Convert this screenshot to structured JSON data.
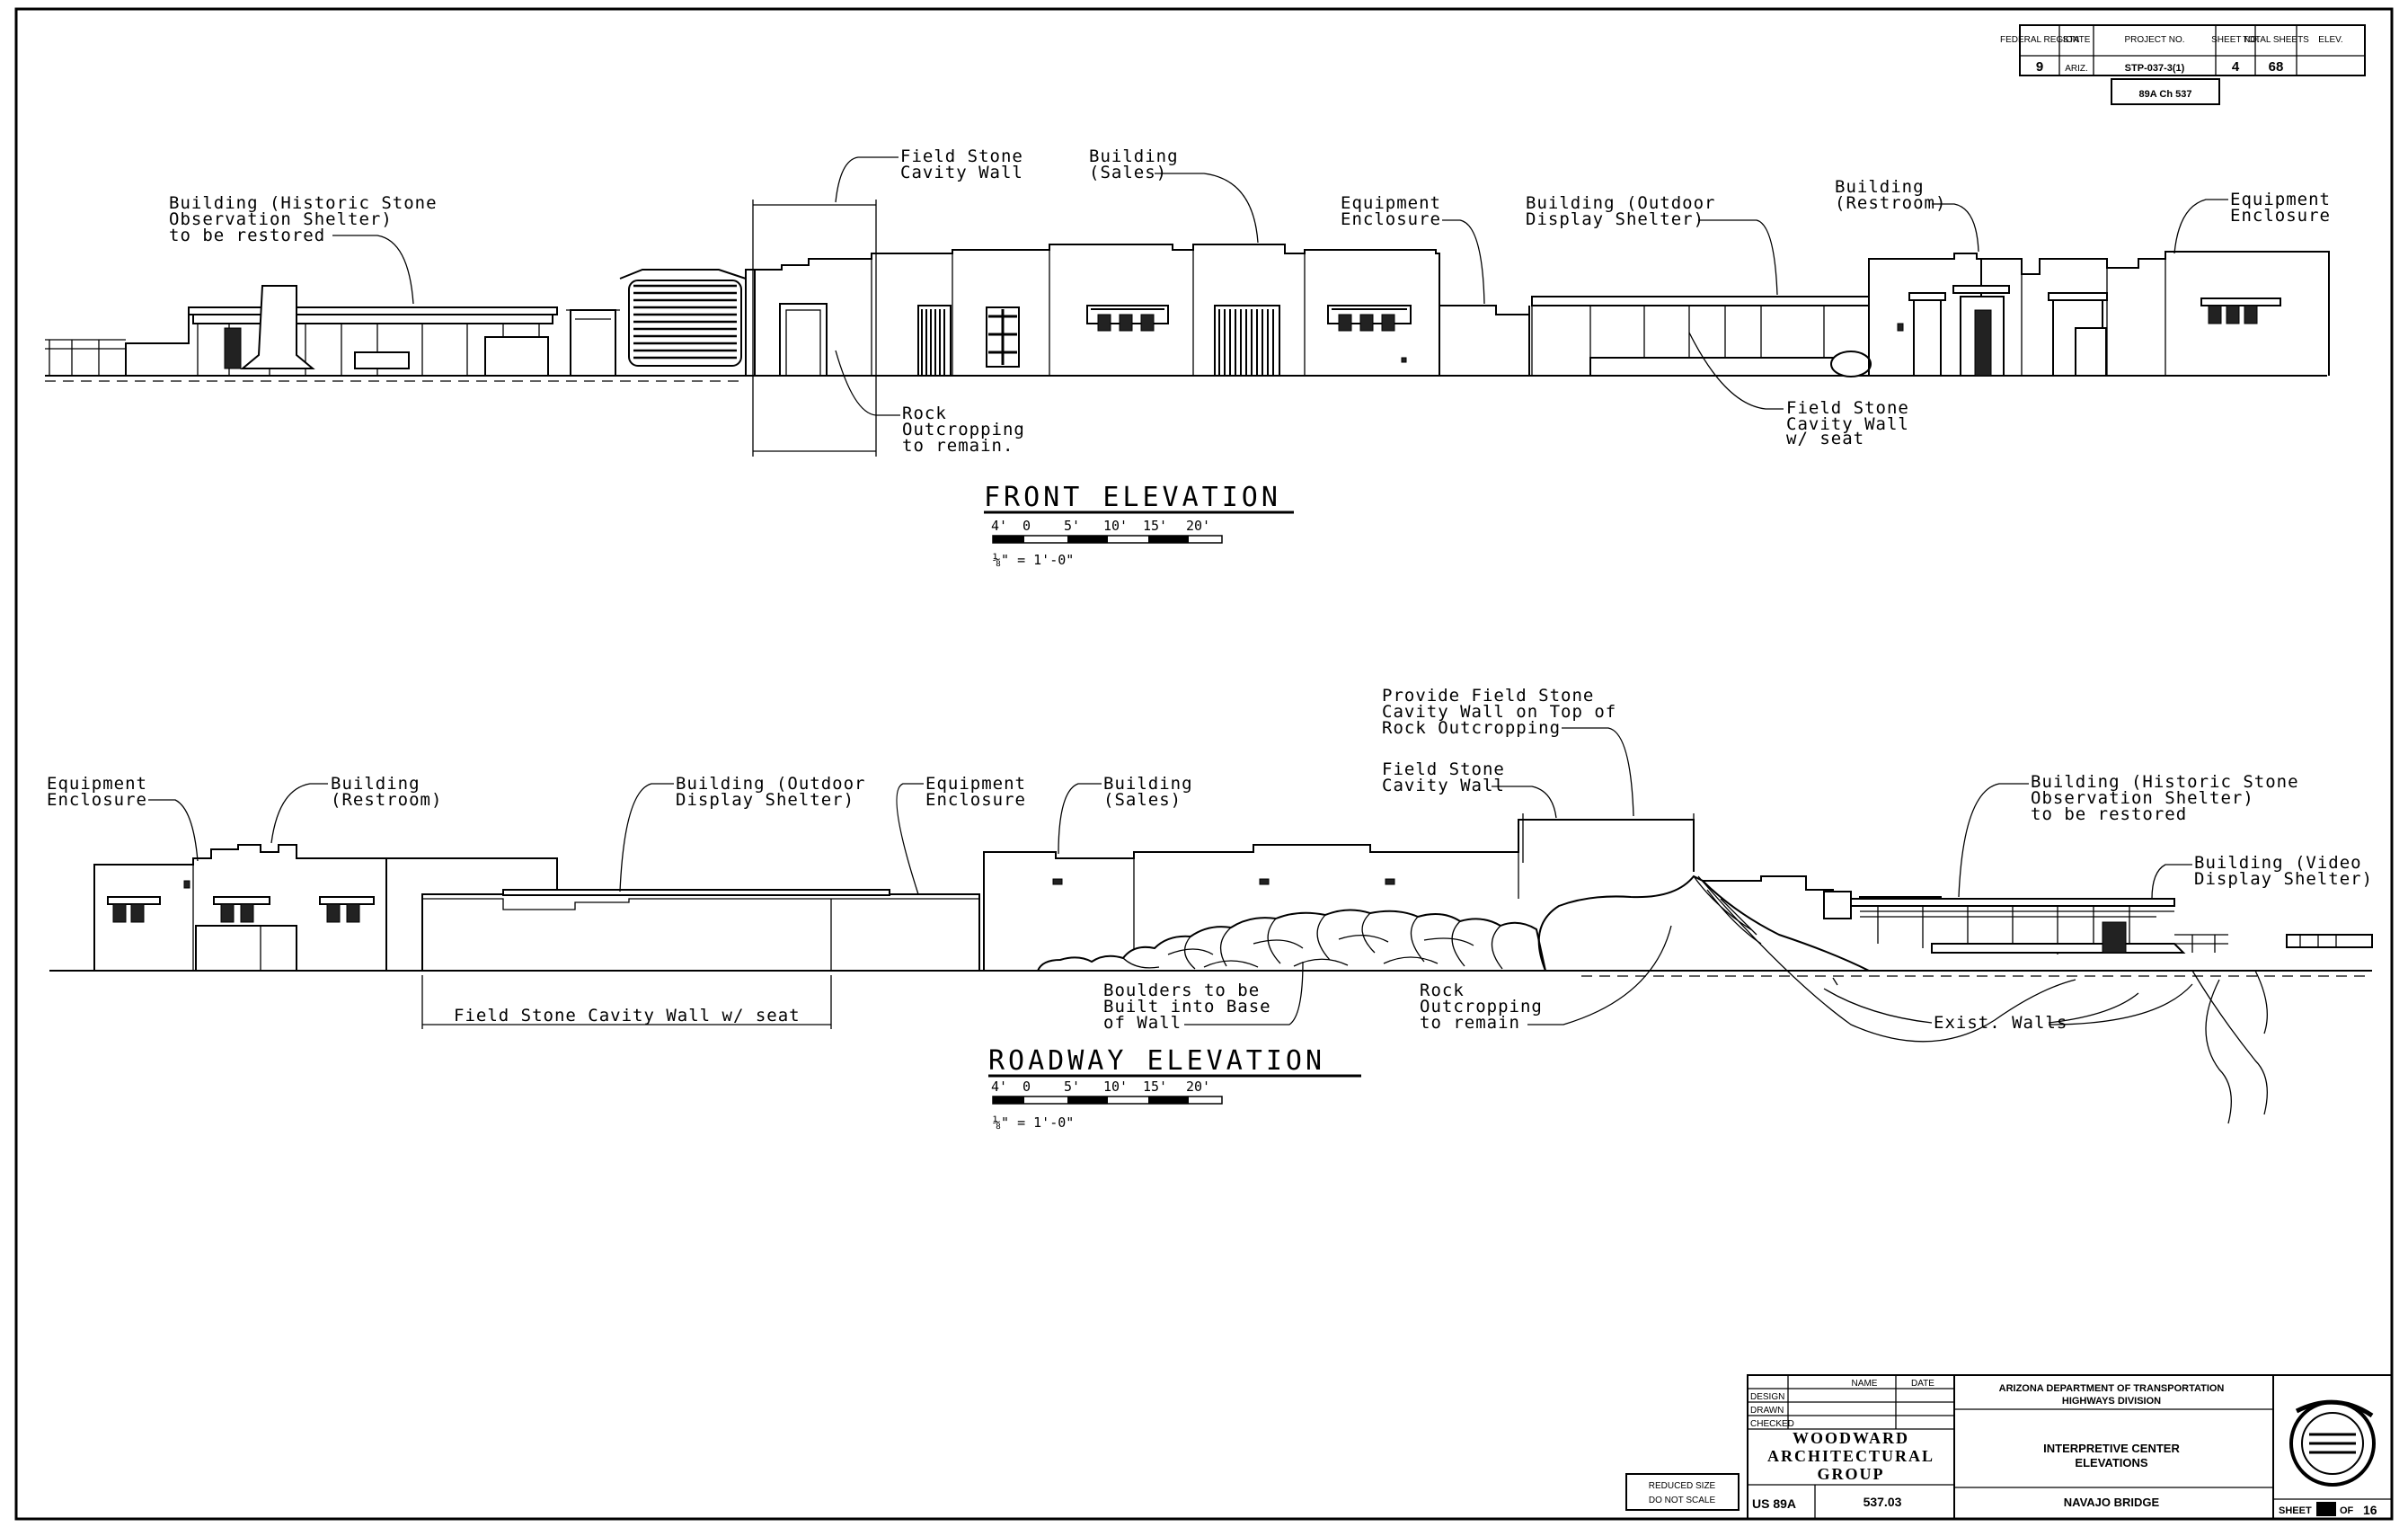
{
  "front": {
    "title": "FRONT ELEVATION",
    "scale_ticks": [
      "4'",
      "0",
      "5'",
      "10'",
      "15'",
      "20'"
    ],
    "scale_note": "⅛\" = 1'-0\"",
    "callouts": {
      "historic_shelter": [
        "Building (Historic Stone",
        "Observation Shelter)",
        "to be restored"
      ],
      "field_stone_wall": [
        "Field Stone",
        "Cavity Wall"
      ],
      "sales": [
        "Building",
        "(Sales)"
      ],
      "equipment_1": [
        "Equipment",
        "Enclosure"
      ],
      "display_shelter": [
        "Building (Outdoor",
        "Display Shelter)"
      ],
      "restroom": [
        "Building",
        "(Restroom)"
      ],
      "equipment_2": [
        "Equipment",
        "Enclosure"
      ],
      "rock": [
        "Rock",
        "Outcropping",
        "to remain."
      ],
      "cavity_seat": [
        "Field Stone",
        "Cavity Wall",
        "w/ seat"
      ]
    }
  },
  "roadway": {
    "title": "ROADWAY  ELEVATION",
    "scale_ticks": [
      "4'",
      "0",
      "5'",
      "10'",
      "15'",
      "20'"
    ],
    "scale_note": "⅛\" = 1'-0\"",
    "callouts": {
      "equipment_1": [
        "Equipment",
        "Enclosure"
      ],
      "restroom": [
        "Building",
        "(Restroom)"
      ],
      "display_shelter": [
        "Building (Outdoor",
        "Display Shelter)"
      ],
      "equipment_2": [
        "Equipment",
        "Enclosure"
      ],
      "sales": [
        "Building",
        "(Sales)"
      ],
      "provide_wall": [
        "Provide Field Stone",
        "Cavity Wall on Top of",
        "Rock Outcropping"
      ],
      "field_stone_wall": [
        "Field Stone",
        "Cavity Wall"
      ],
      "historic_shelter": [
        "Building (Historic Stone",
        "Observation Shelter)",
        "to be restored"
      ],
      "video_shelter": [
        "Building (Video",
        "Display Shelter)"
      ],
      "cavity_seat": "Field Stone Cavity Wall w/ seat",
      "boulders": [
        "Boulders to be",
        "Built into Base",
        "of Wall"
      ],
      "rock": [
        "Rock",
        "Outcropping",
        "to remain"
      ],
      "exist_walls": "Exist. Walls"
    }
  },
  "project_block": {
    "h1": "FEDERAL REGION",
    "h2": "STATE",
    "h3": "PROJECT NO.",
    "h4": "SHEET NO.",
    "h5": "TOTAL SHEETS",
    "h6": "ELEV.",
    "v1": "9",
    "v2": "ARIZ.",
    "v3": "STP-037-3(1)",
    "v4": "4",
    "v5": "68",
    "sub": "89A Ch 537"
  },
  "title_block": {
    "rows": [
      "DESIGN",
      "DRAWN",
      "CHECKED"
    ],
    "col_name": "NAME",
    "col_date": "DATE",
    "agency": "ARIZONA DEPARTMENT OF TRANSPORTATION",
    "division": "HIGHWAYS DIVISION",
    "firm_1": "WOODWARD",
    "firm_2": "ARCHITECTURAL",
    "firm_3": "GROUP",
    "sheet_title_1": "INTERPRETIVE CENTER",
    "sheet_title_2": "ELEVATIONS",
    "location": "NAVAJO BRIDGE",
    "route": "US 89A",
    "milepost": "537.03",
    "sheet_label": "SHEET",
    "sheet_of": "OF",
    "sheet_total": "16",
    "reduced_1": "REDUCED SIZE",
    "reduced_2": "DO NOT SCALE"
  }
}
